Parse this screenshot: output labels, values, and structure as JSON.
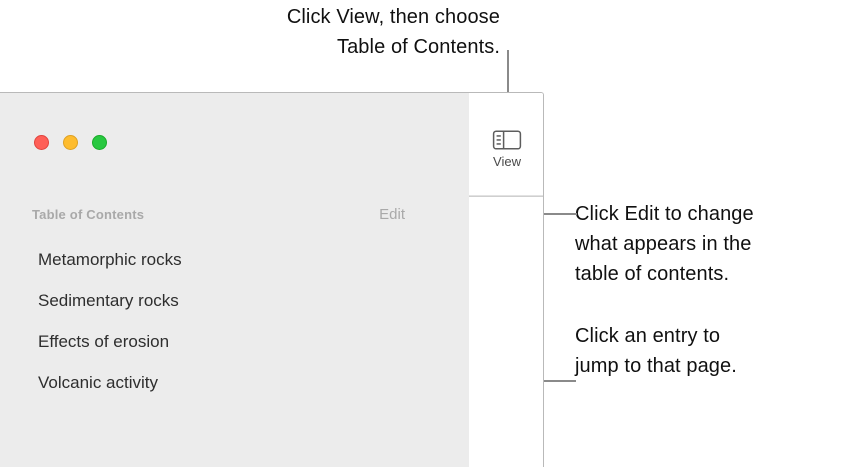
{
  "annotations": {
    "top_callout": "Click View, then choose\nTable of Contents.",
    "edit_callout": "Click Edit to change\nwhat appears in the\ntable of contents.",
    "entry_callout": "Click an entry to\njump to that page."
  },
  "window": {
    "toolbar": {
      "view_button_label": "View",
      "view_button_icon": "sidebar-panel-icon"
    },
    "traffic_lights": [
      {
        "name": "close",
        "color": "#FF5F57"
      },
      {
        "name": "minimize",
        "color": "#FEBC2E"
      },
      {
        "name": "zoom",
        "color": "#28C840"
      }
    ],
    "sidebar": {
      "title": "Table of Contents",
      "edit_label": "Edit",
      "entries": [
        "Metamorphic rocks",
        "Sedimentary rocks",
        "Effects of erosion",
        "Volcanic activity"
      ]
    }
  },
  "colors": {
    "sidebar_background": "#ECECEC",
    "window_border": "#B9B9B9",
    "leader_line": "#8A8A8A",
    "header_text": "#A9A9A9",
    "entry_text": "#2E2E2E",
    "callout_text": "#101010"
  }
}
